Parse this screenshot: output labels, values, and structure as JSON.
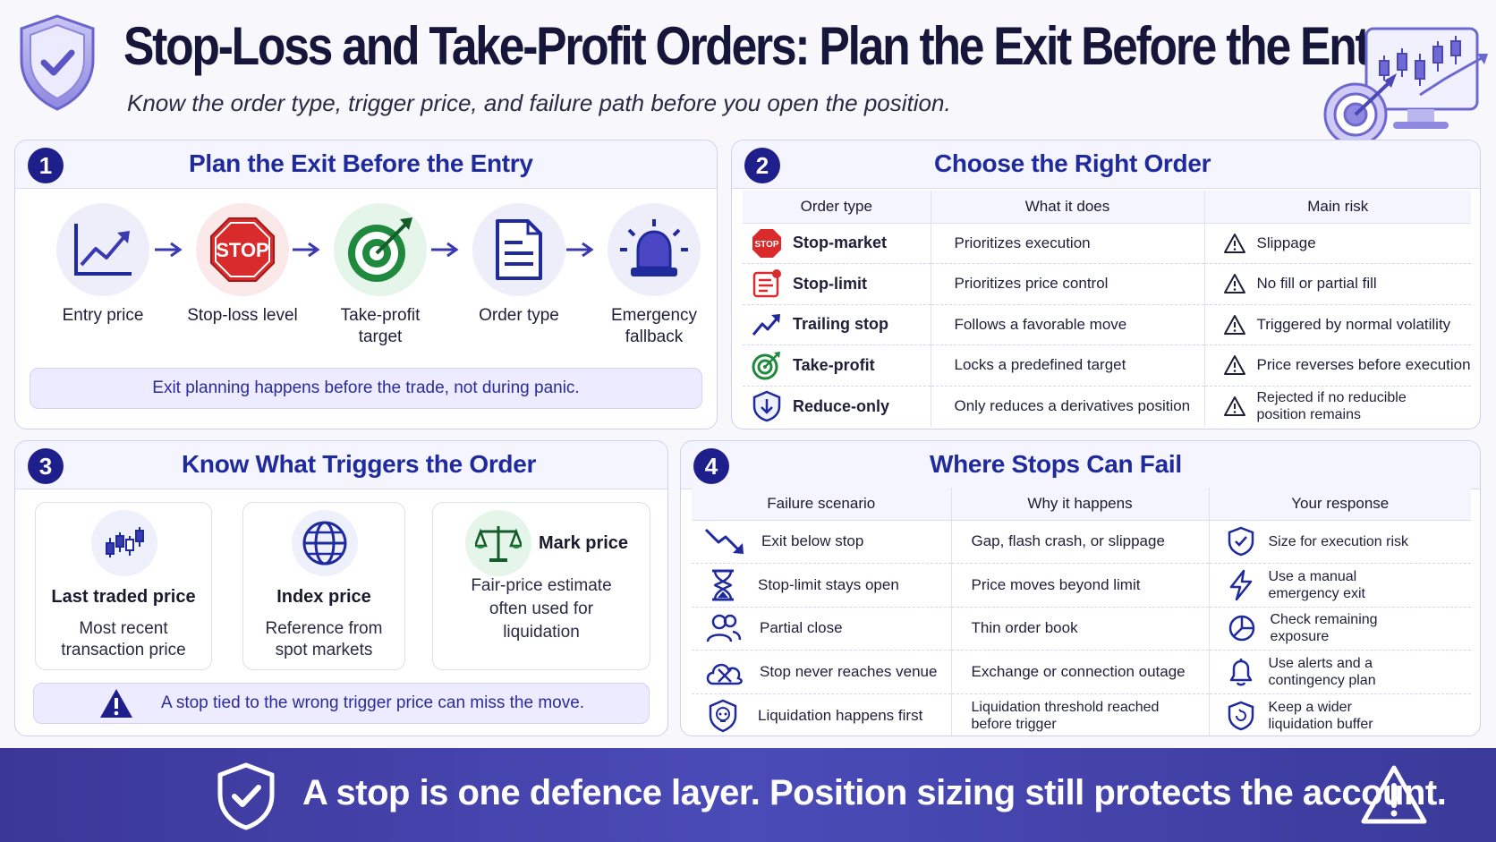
{
  "header": {
    "title": "Stop-Loss and Take-Profit Orders: Plan the Exit Before the Entry",
    "subtitle": "Know the order type, trigger price, and failure path before you open the position.",
    "icons": [
      "shield-check-icon",
      "target-monitor-chart-icon"
    ]
  },
  "section1": {
    "number": "1",
    "title": "Plan the Exit Before the Entry",
    "steps": [
      {
        "label": "Entry price",
        "icon": "rising-chart-icon"
      },
      {
        "label": "Stop-loss level",
        "icon": "stop-sign-icon"
      },
      {
        "label": "Take-profit target",
        "icon": "target-icon"
      },
      {
        "label": "Order type",
        "icon": "document-icon"
      },
      {
        "label": "Emergency fallback",
        "icon": "siren-icon"
      }
    ],
    "note": "Exit planning happens before the trade, not during panic."
  },
  "section2": {
    "number": "2",
    "title": "Choose the Right Order",
    "headers": [
      "Order type",
      "What it does",
      "Main risk"
    ],
    "rows": [
      {
        "type": "Stop-market",
        "does": "Prioritizes execution",
        "risk": "Slippage",
        "icon": "stop-sign-icon"
      },
      {
        "type": "Stop-limit",
        "does": "Prioritizes price control",
        "risk": "No fill or partial fill",
        "icon": "limit-order-icon"
      },
      {
        "type": "Trailing stop",
        "does": "Follows a favorable move",
        "risk": "Triggered by normal volatility",
        "icon": "trend-arrow-icon"
      },
      {
        "type": "Take-profit",
        "does": "Locks a predefined target",
        "risk": "Price reverses before execution",
        "icon": "target-icon"
      },
      {
        "type": "Reduce-only",
        "does": "Only reduces a derivatives position",
        "risk": "Rejected if no reducible position remains",
        "icon": "shield-down-icon"
      }
    ]
  },
  "section3": {
    "number": "3",
    "title": "Know What Triggers the Order",
    "cards": [
      {
        "title": "Last traded price",
        "desc": [
          "Most recent",
          "transaction price"
        ],
        "icon": "candlestick-icon"
      },
      {
        "title": "Index price",
        "desc": [
          "Reference from",
          "spot markets"
        ],
        "icon": "globe-icon"
      },
      {
        "title": "Mark price",
        "desc": [
          "Fair-price estimate",
          "often used for",
          "liquidation"
        ],
        "icon": "scales-icon"
      }
    ],
    "note": "A stop tied to the wrong trigger price can miss the move."
  },
  "section4": {
    "number": "4",
    "title": "Where Stops Can Fail",
    "headers": [
      "Failure scenario",
      "Why it happens",
      "Your response"
    ],
    "rows": [
      {
        "scenario": "Exit below stop",
        "why": "Gap, flash crash, or slippage",
        "response": "Size for execution risk",
        "icon": "down-trend-icon",
        "response_icon": "shield-check-icon"
      },
      {
        "scenario": "Stop-limit stays open",
        "why": "Price moves beyond limit",
        "response": "Use a manual emergency exit",
        "icon": "hourglass-icon",
        "response_icon": "lightning-icon"
      },
      {
        "scenario": "Partial close",
        "why": "Thin order book",
        "response": "Check remaining exposure",
        "icon": "users-icon",
        "response_icon": "pie-chart-icon"
      },
      {
        "scenario": "Stop never reaches venue",
        "why": "Exchange or connection outage",
        "response": "Use alerts and a contingency plan",
        "icon": "cloud-off-icon",
        "response_icon": "bell-icon"
      },
      {
        "scenario": "Liquidation happens first",
        "why": "Liquidation threshold reached before trigger",
        "response": "Keep a wider liquidation buffer",
        "icon": "skull-shield-icon",
        "response_icon": "shield-refresh-icon"
      }
    ]
  },
  "footer": {
    "text": "A stop is one defence layer. Position sizing still protects the account."
  },
  "colors": {
    "accent": "#1f2a9c",
    "badge": "#1f1f8c",
    "note_bg": "#ecebff",
    "banner": "#4242a8",
    "stop_red": "#d92b2b",
    "target_green": "#1f8a3e"
  }
}
